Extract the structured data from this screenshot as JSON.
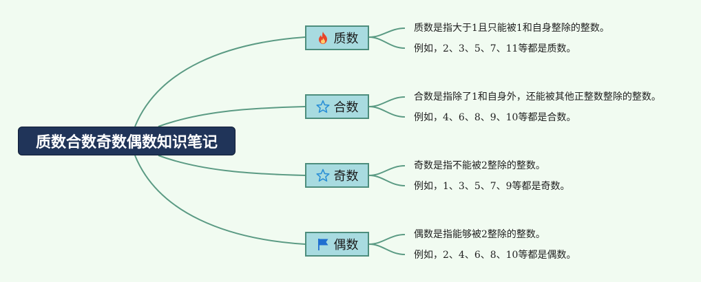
{
  "central_topic": "质数合数奇数偶数知识笔记",
  "topics": [
    {
      "label": "质数",
      "icon": "fire-icon",
      "notes": [
        "质数是指大于1且只能被1和自身整除的整数。",
        "例如，2、3、5、7、11等都是质数。"
      ]
    },
    {
      "label": "合数",
      "icon": "star-outline-icon",
      "notes": [
        "合数是指除了1和自身外，还能被其他正整数整除的整数。",
        "例如，4、6、8、9、10等都是合数。"
      ]
    },
    {
      "label": "奇数",
      "icon": "star-outline-icon",
      "notes": [
        "奇数是指不能被2整除的整数。",
        "例如，1、3、5、7、9等都是奇数。"
      ]
    },
    {
      "label": "偶数",
      "icon": "flag-icon",
      "notes": [
        "偶数是指能够被2整除的整数。",
        "例如，2、4、6、8、10等都是偶数。"
      ]
    }
  ],
  "colors": {
    "background": "#f1fbf1",
    "connector": "#5a9a83",
    "central_fill": "#203459",
    "topic_fill": "#a8dbe0",
    "topic_border": "#4c8d7c",
    "fire": "#e8452a",
    "star": "#2a8fd6",
    "flag": "#1f6fd0"
  }
}
